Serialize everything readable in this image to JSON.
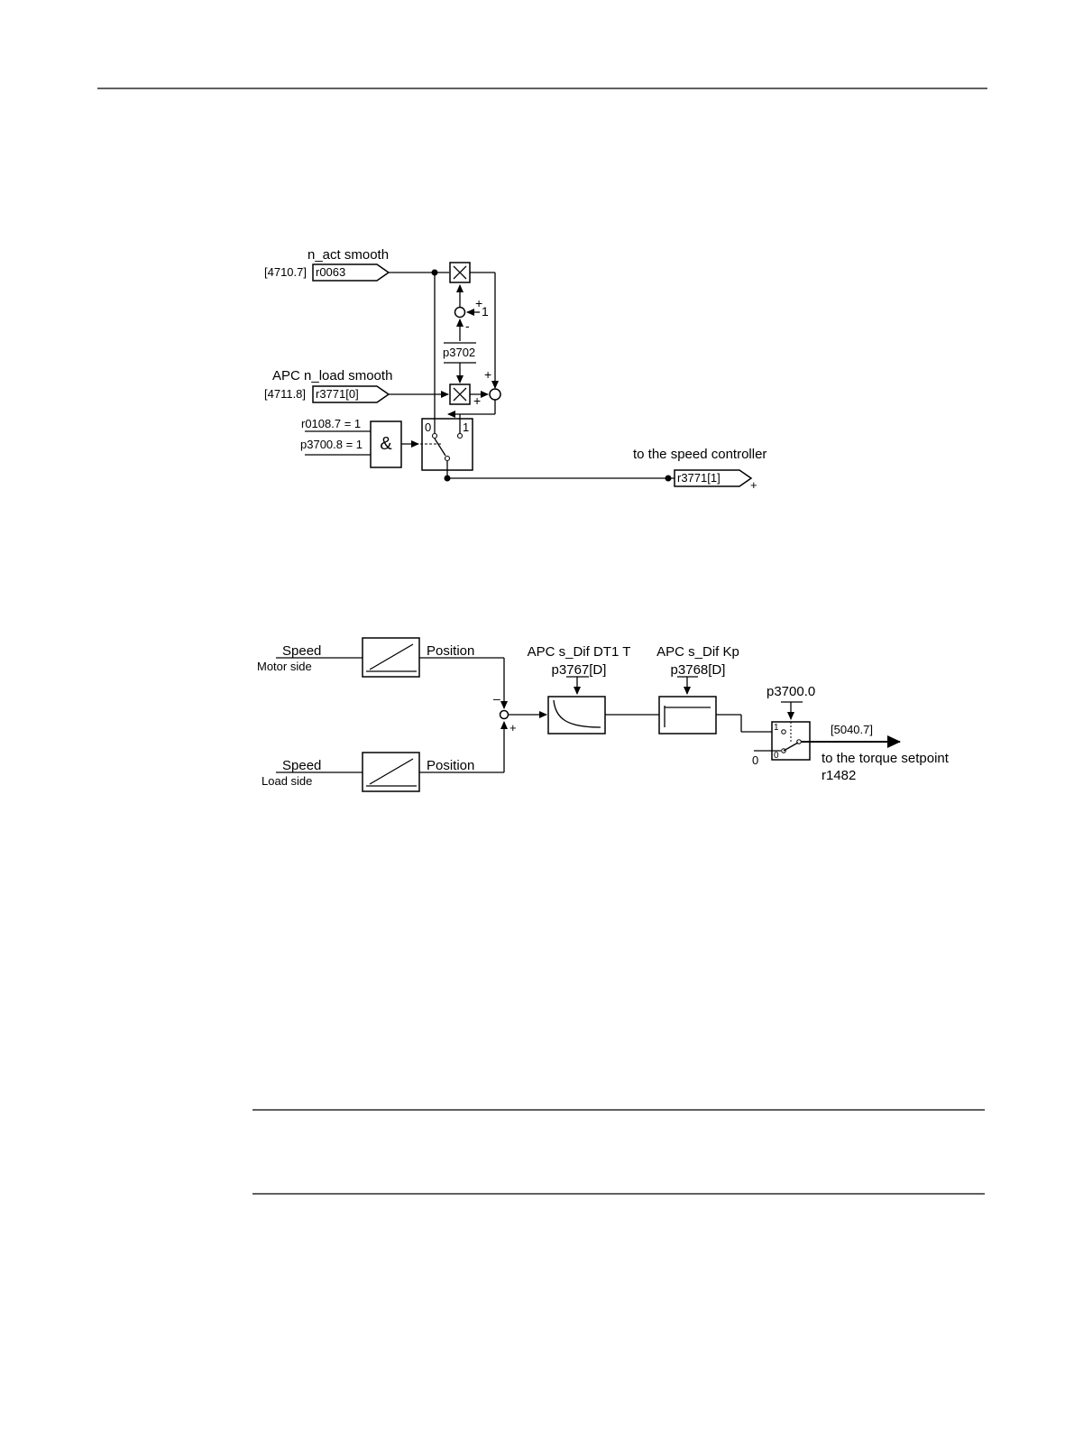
{
  "diagram1": {
    "nact_label": "n_act smooth",
    "nact_ref": "[4710.7]",
    "nact_conn": "r0063",
    "nload_label": "APC n_load smooth",
    "nload_ref": "[4711.8]",
    "nload_conn": "r3771[0]",
    "param_p3702": "p3702",
    "sum_plus_top": "+",
    "sum_minus": "-",
    "const_one": "1",
    "sum2_plus_top": "+",
    "sum2_plus_bottom": "+",
    "cond1": "r0108.7 = 1",
    "cond2": "p3700.8 = 1",
    "and_symbol": "&",
    "switch_zero": "0",
    "switch_one": "1",
    "out_label": "to the speed controller",
    "out_conn": "r3771[1]",
    "out_plus": "+"
  },
  "diagram2": {
    "motor_speed": "Speed",
    "motor_side": "Motor side",
    "motor_position": "Position",
    "load_speed": "Speed",
    "load_side": "Load side",
    "load_position": "Position",
    "sum_minus": "–",
    "sum_plus": "+",
    "dt1_label": "APC s_Dif DT1 T",
    "dt1_param": "p3767[D]",
    "kp_label": "APC s_Dif Kp",
    "kp_param": "p3768[D]",
    "switch_param": "p3700.0",
    "switch_one": "1",
    "switch_zero": "0",
    "zero_input": "0",
    "out_ref": "[5040.7]",
    "out_label": "to the torque setpoint",
    "out_param": "r1482"
  }
}
